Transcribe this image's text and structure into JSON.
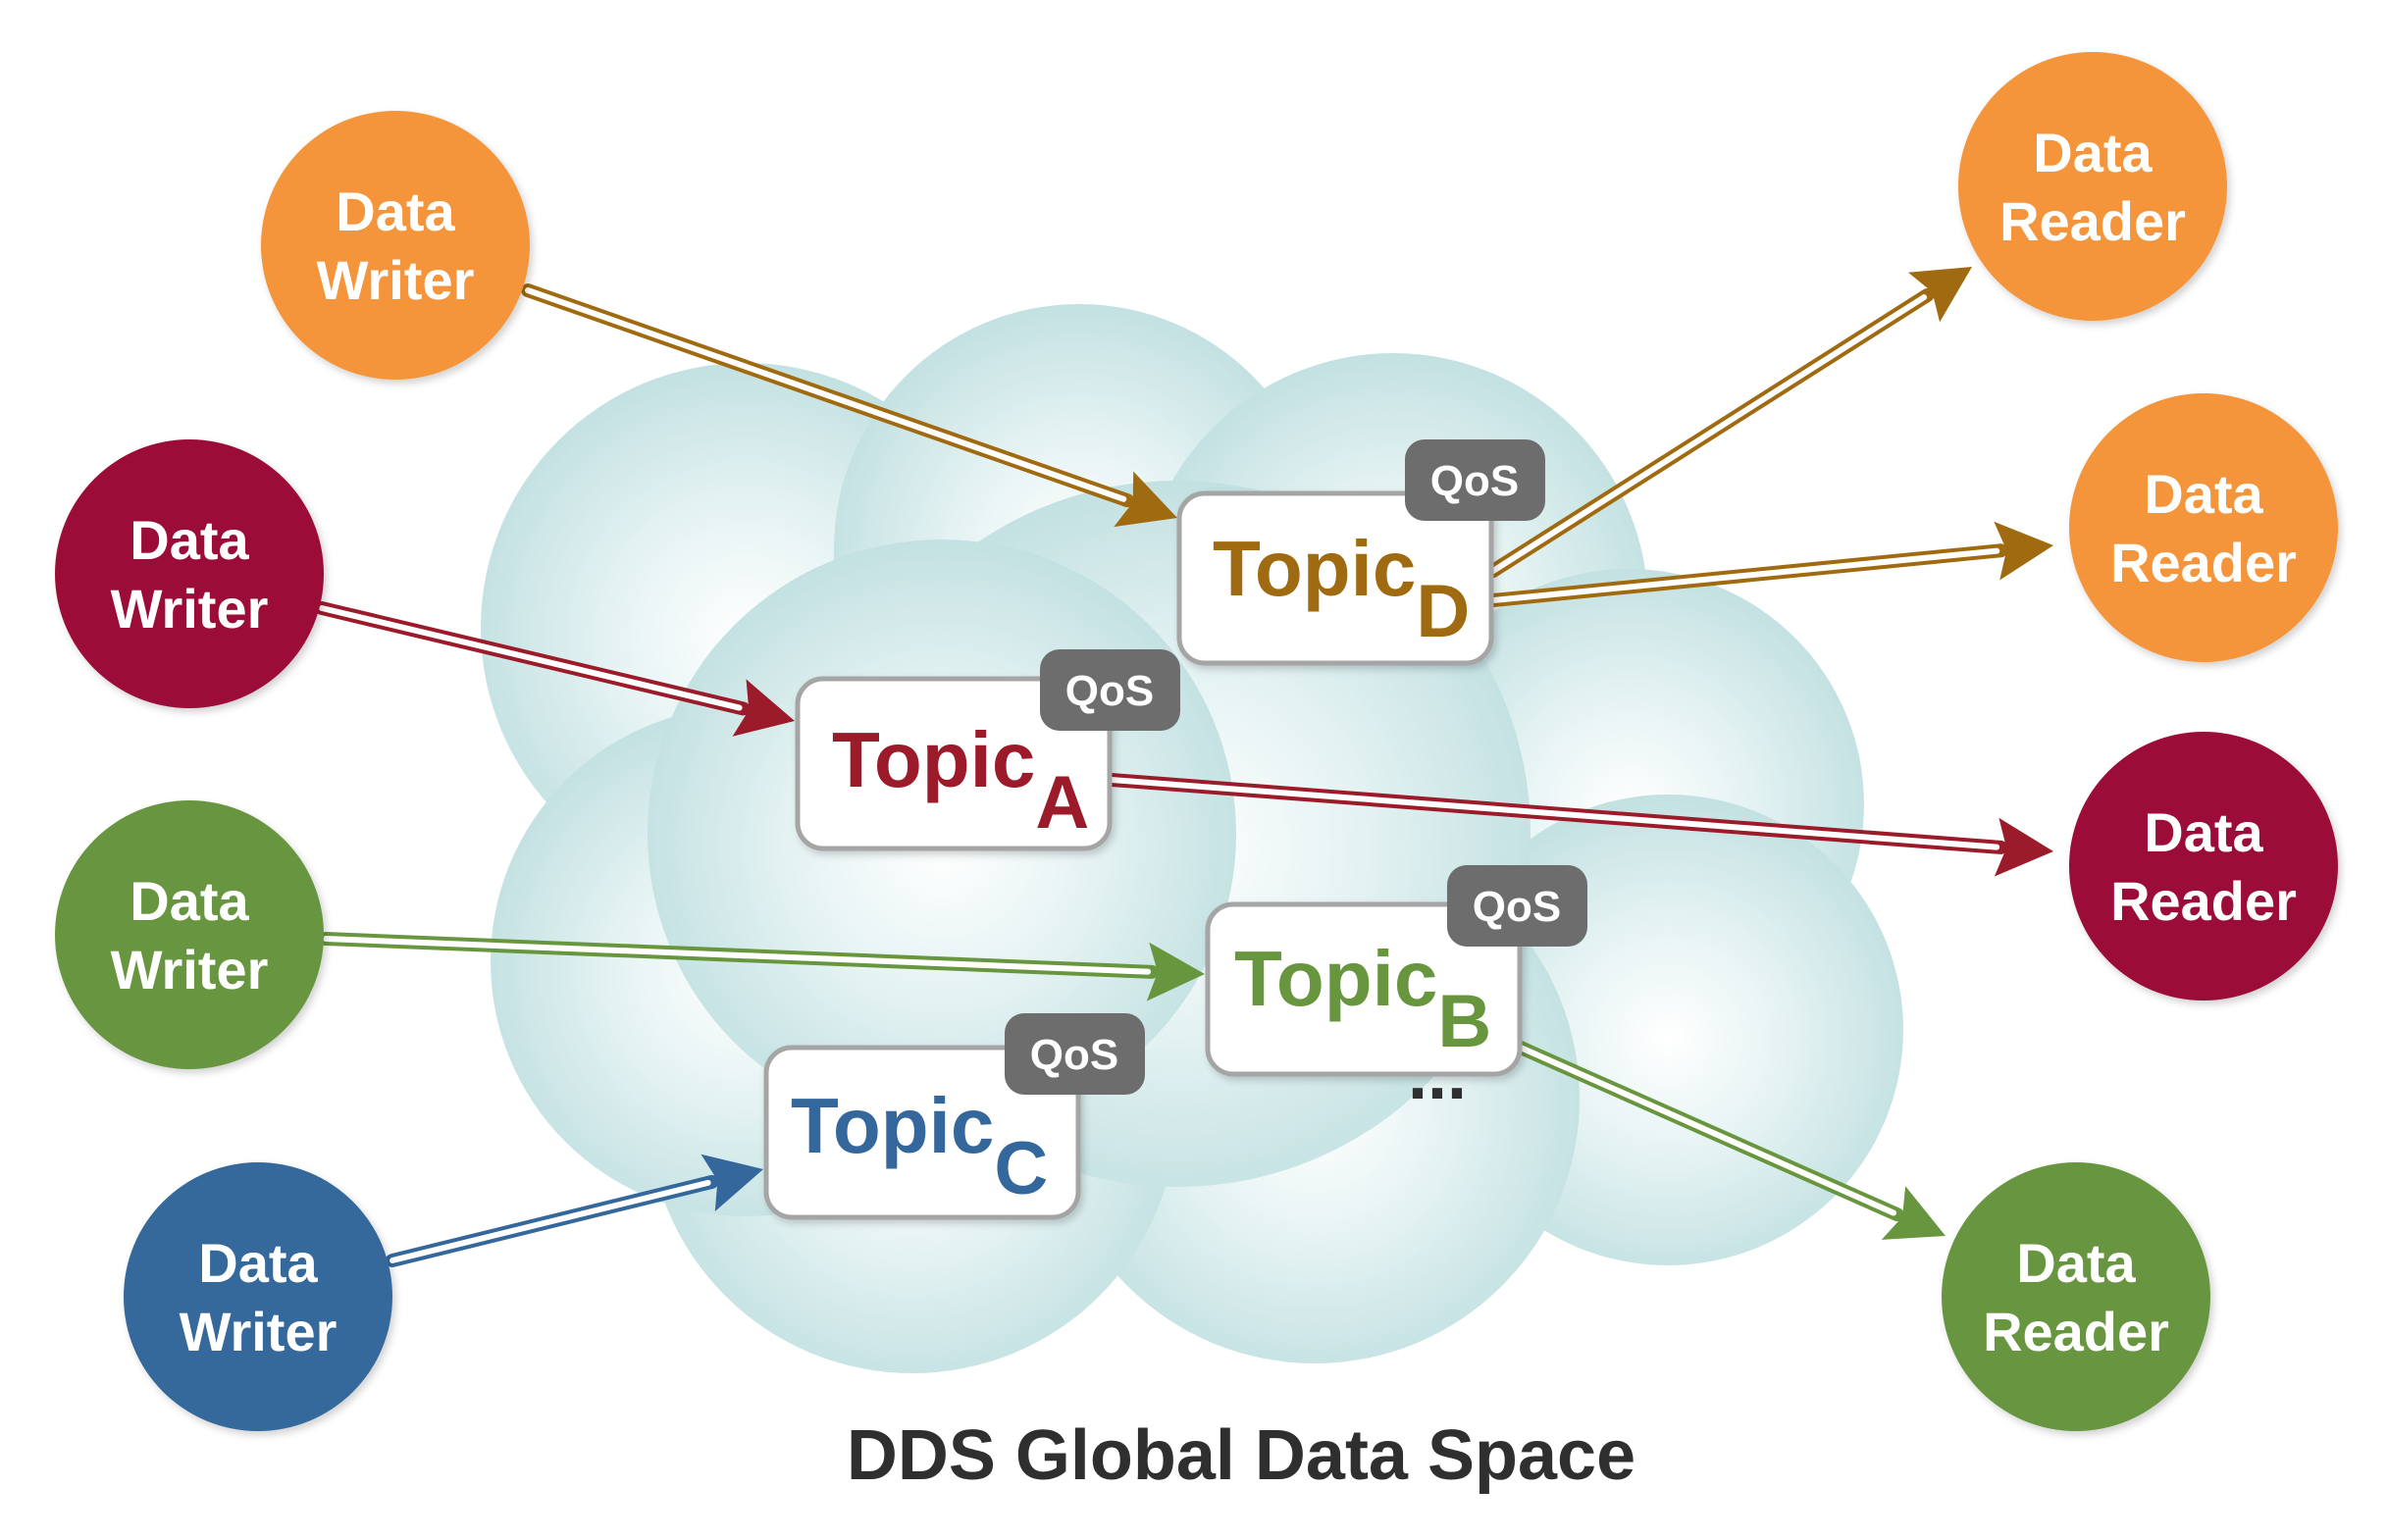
{
  "caption": "DDS Global Data Space",
  "ellipsis": "...",
  "colors": {
    "orange": "#f4943a",
    "maroon": "#9b0e38",
    "green": "#68963f",
    "blue": "#34679b",
    "topic_D": "#a06a10",
    "topic_A": "#9b1b2a",
    "topic_B": "#68963f",
    "topic_C": "#34679b",
    "qos": "#6d6d6d",
    "cloud": "#c6e3e3"
  },
  "writers": [
    {
      "line1": "Data",
      "line2": "Writer",
      "color": "orange"
    },
    {
      "line1": "Data",
      "line2": "Writer",
      "color": "maroon"
    },
    {
      "line1": "Data",
      "line2": "Writer",
      "color": "green"
    },
    {
      "line1": "Data",
      "line2": "Writer",
      "color": "blue"
    }
  ],
  "readers": [
    {
      "line1": "Data",
      "line2": "Reader",
      "color": "orange"
    },
    {
      "line1": "Data",
      "line2": "Reader",
      "color": "orange"
    },
    {
      "line1": "Data",
      "line2": "Reader",
      "color": "maroon"
    },
    {
      "line1": "Data",
      "line2": "Reader",
      "color": "green"
    }
  ],
  "topics": [
    {
      "main": "Topic",
      "sub": "D",
      "qos": "QoS",
      "color": "topic_D"
    },
    {
      "main": "Topic",
      "sub": "A",
      "qos": "QoS",
      "color": "topic_A"
    },
    {
      "main": "Topic",
      "sub": "B",
      "qos": "QoS",
      "color": "topic_B"
    },
    {
      "main": "Topic",
      "sub": "C",
      "qos": "QoS",
      "color": "topic_C"
    }
  ]
}
